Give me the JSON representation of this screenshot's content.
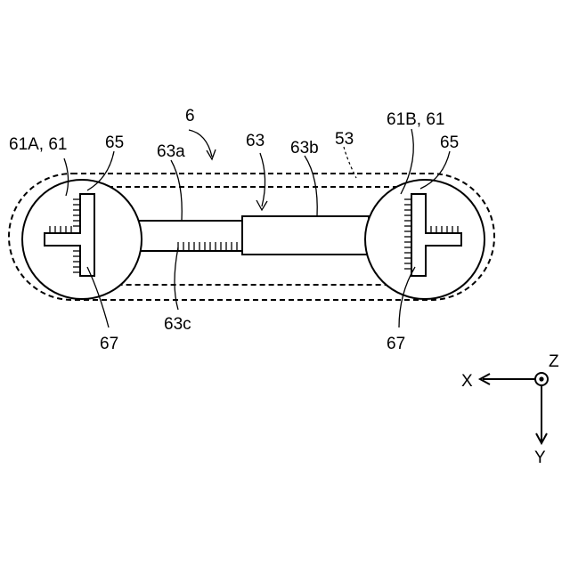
{
  "labels": {
    "assembly": "6",
    "left_wheel": "61A, 61",
    "right_wheel": "61B, 61",
    "left_part65": "65",
    "right_part65": "65",
    "shaft": "63",
    "shaft_a": "63a",
    "shaft_b": "63b",
    "shaft_c": "63c",
    "frame": "53",
    "left_part67": "67",
    "right_part67": "67"
  },
  "axes": {
    "x": "X",
    "y": "Y",
    "z": "Z"
  }
}
